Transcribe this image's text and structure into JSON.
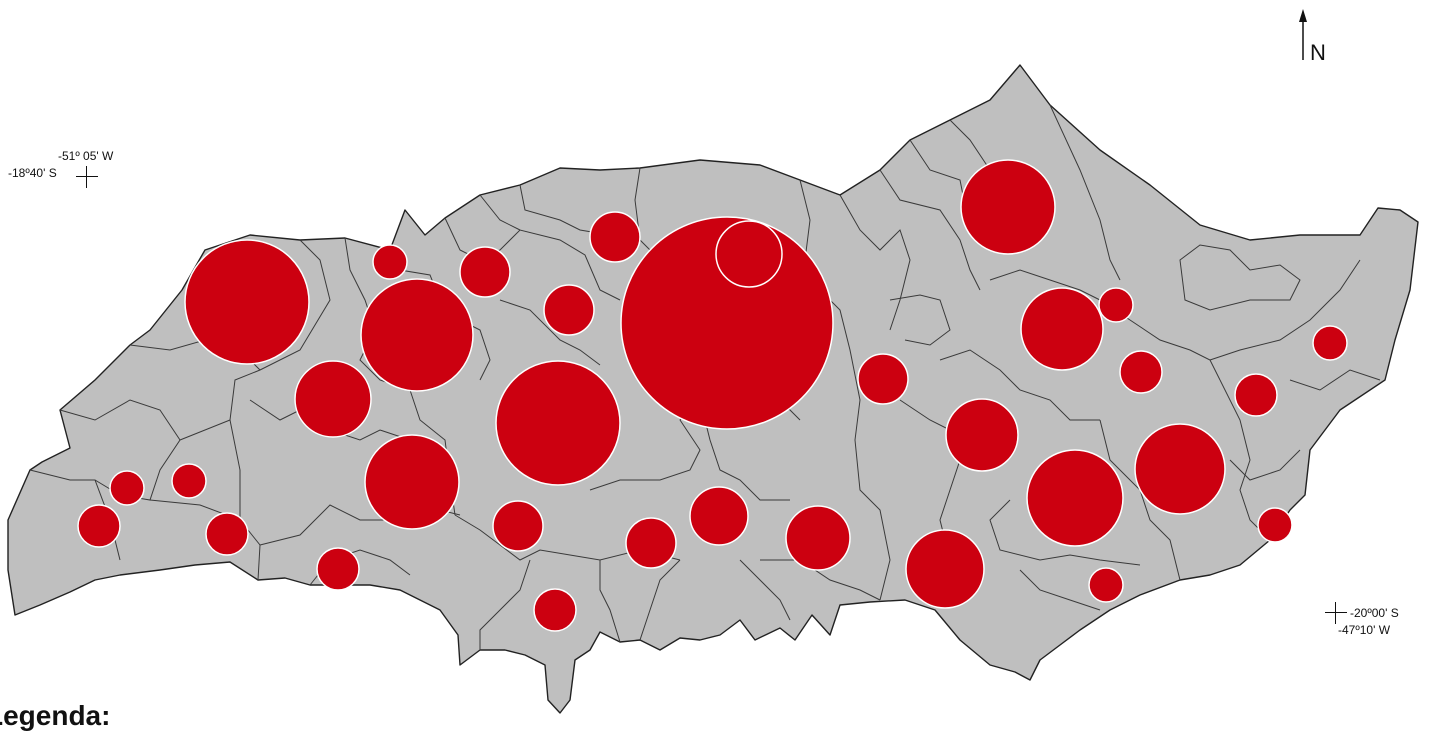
{
  "north": {
    "label": "N"
  },
  "coords": {
    "nw_lon": "-51º 05' W",
    "nw_lat": "-18º40' S",
    "se_lat": "-20º00' S",
    "se_lon": "-47º10' W"
  },
  "legend": {
    "title": "Legenda:"
  },
  "colors": {
    "region_fill": "#bfbfbf",
    "symbol_fill": "#cc0010",
    "outline": "#222222"
  }
}
